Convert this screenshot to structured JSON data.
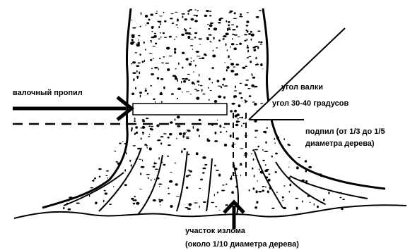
{
  "labels": {
    "felling_cut": "валочный пропил",
    "felling_angle": "угол валки",
    "felling_angle_value": "угол 30-40 градусов",
    "undercut_line1": "подпил (от 1/3 до 1/5",
    "undercut_line2": "диаметра дерева)",
    "breaking_zone_line1": "участок излома",
    "breaking_zone_line2": "(около 1/10 диаметра дерева)"
  },
  "colors": {
    "ink": "#000000",
    "background": "#ffffff"
  },
  "icons": {
    "felling_cut_arrow": "arrow-right-icon",
    "hinge_arrow": "arrow-up-icon"
  }
}
